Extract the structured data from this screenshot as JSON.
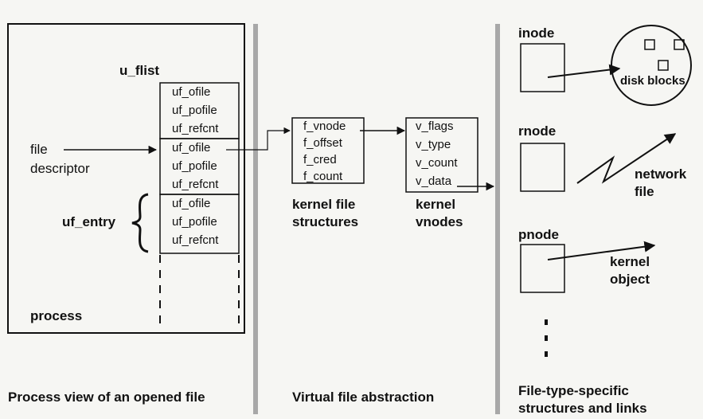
{
  "sections": {
    "process_view": "Process view of an opened file",
    "virtual_fs": "Virtual file abstraction",
    "file_type_line1": "File-type-specific",
    "file_type_line2": "structures and links"
  },
  "process": {
    "label": "process",
    "u_flist_label": "u_flist",
    "file_descriptor_line1": "file",
    "file_descriptor_line2": "descriptor",
    "uf_entry_label": "uf_entry",
    "entry_fields": [
      "uf_ofile",
      "uf_pofile",
      "uf_refcnt"
    ]
  },
  "kernel_file": {
    "fields": [
      "f_vnode",
      "f_offset",
      "f_cred",
      "f_count"
    ],
    "label_line1": "kernel file",
    "label_line2": "structures"
  },
  "vnodes": {
    "fields": [
      "v_flags",
      "v_type",
      "v_count",
      "v_data"
    ],
    "label_line1": "kernel",
    "label_line2": "vnodes"
  },
  "file_types": {
    "inode": "inode",
    "rnode": "rnode",
    "pnode": "pnode",
    "disk_blocks": "disk blocks",
    "network_line1": "network",
    "network_line2": "file",
    "kernel_obj_line1": "kernel",
    "kernel_obj_line2": "object"
  },
  "colors": {
    "background": "#f6f6f3",
    "ink": "#111111",
    "divider": "#a8a8a8"
  }
}
